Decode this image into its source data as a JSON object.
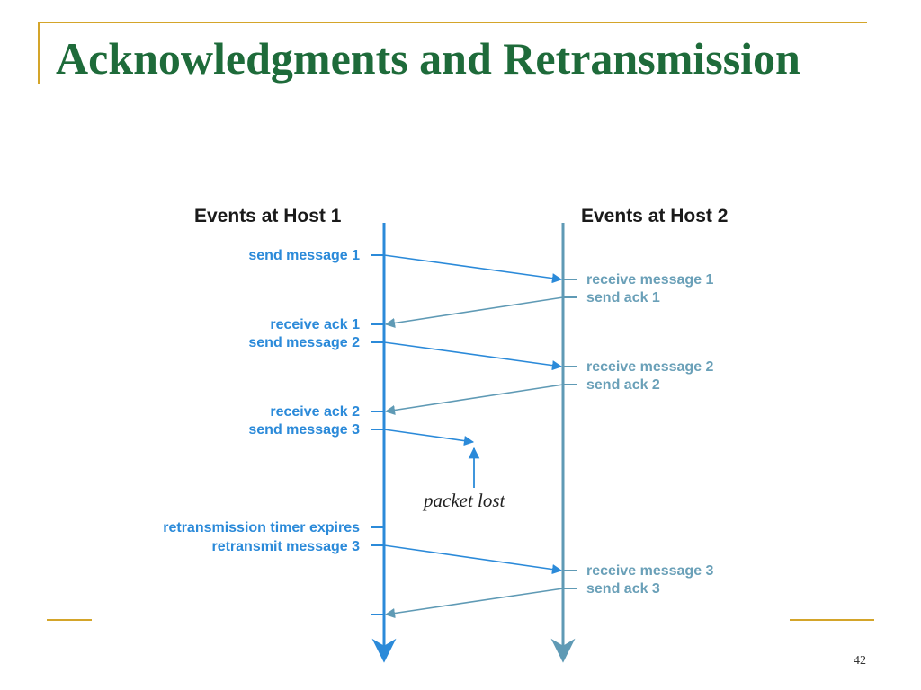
{
  "slide": {
    "title": "Acknowledgments and Retransmission",
    "page_number": "42"
  },
  "diagram": {
    "host1_header": "Events at Host 1",
    "host2_header": "Events at Host 2",
    "host1_events": [
      "send message 1",
      "receive ack 1",
      "send message 2",
      "receive ack 2",
      "send message 3",
      "retransmission timer expires",
      "retransmit message 3"
    ],
    "host2_events": [
      "receive message 1",
      "send ack 1",
      "receive message 2",
      "send ack 2",
      "receive message 3",
      "send ack 3"
    ],
    "packet_lost_label": "packet lost"
  },
  "colors": {
    "title": "#1e6b3a",
    "frame": "#d4a52a",
    "host1": "#2b8ad9",
    "host2": "#6aa0b8",
    "message_arrow": "#2b8ad9",
    "ack_arrow": "#5f9ab5"
  }
}
